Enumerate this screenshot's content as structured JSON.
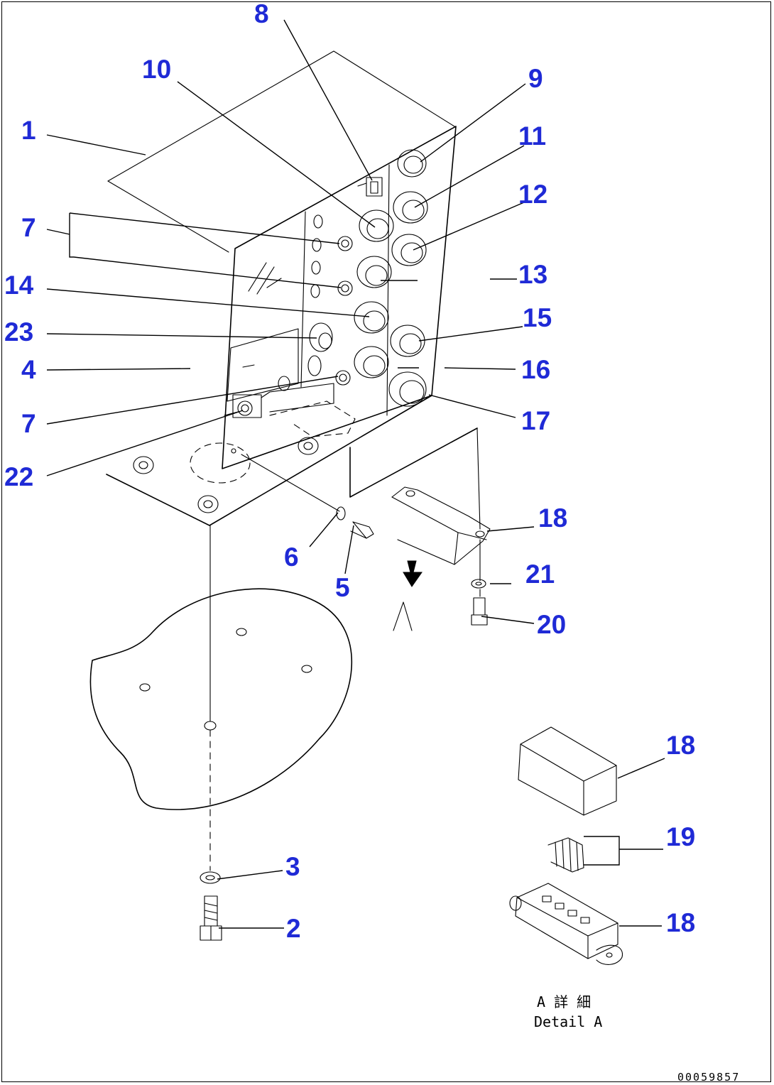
{
  "callouts": [
    {
      "label": "1"
    },
    {
      "label": "2"
    },
    {
      "label": "3"
    },
    {
      "label": "4"
    },
    {
      "label": "5"
    },
    {
      "label": "6"
    },
    {
      "label": "7"
    },
    {
      "label": "7"
    },
    {
      "label": "8"
    },
    {
      "label": "9"
    },
    {
      "label": "10"
    },
    {
      "label": "11"
    },
    {
      "label": "12"
    },
    {
      "label": "13"
    },
    {
      "label": "14"
    },
    {
      "label": "15"
    },
    {
      "label": "16"
    },
    {
      "label": "17"
    },
    {
      "label": "18"
    },
    {
      "label": "18"
    },
    {
      "label": "18"
    },
    {
      "label": "19"
    },
    {
      "label": "20"
    },
    {
      "label": "21"
    },
    {
      "label": "22"
    },
    {
      "label": "23"
    }
  ],
  "view_marker": "A",
  "detail_title_jp": "A 詳 細",
  "detail_title_en": "Detail A",
  "drawing_number": "00059857",
  "colors": {
    "callout": "#1f2ad6",
    "line": "#000000",
    "background": "#ffffff"
  }
}
